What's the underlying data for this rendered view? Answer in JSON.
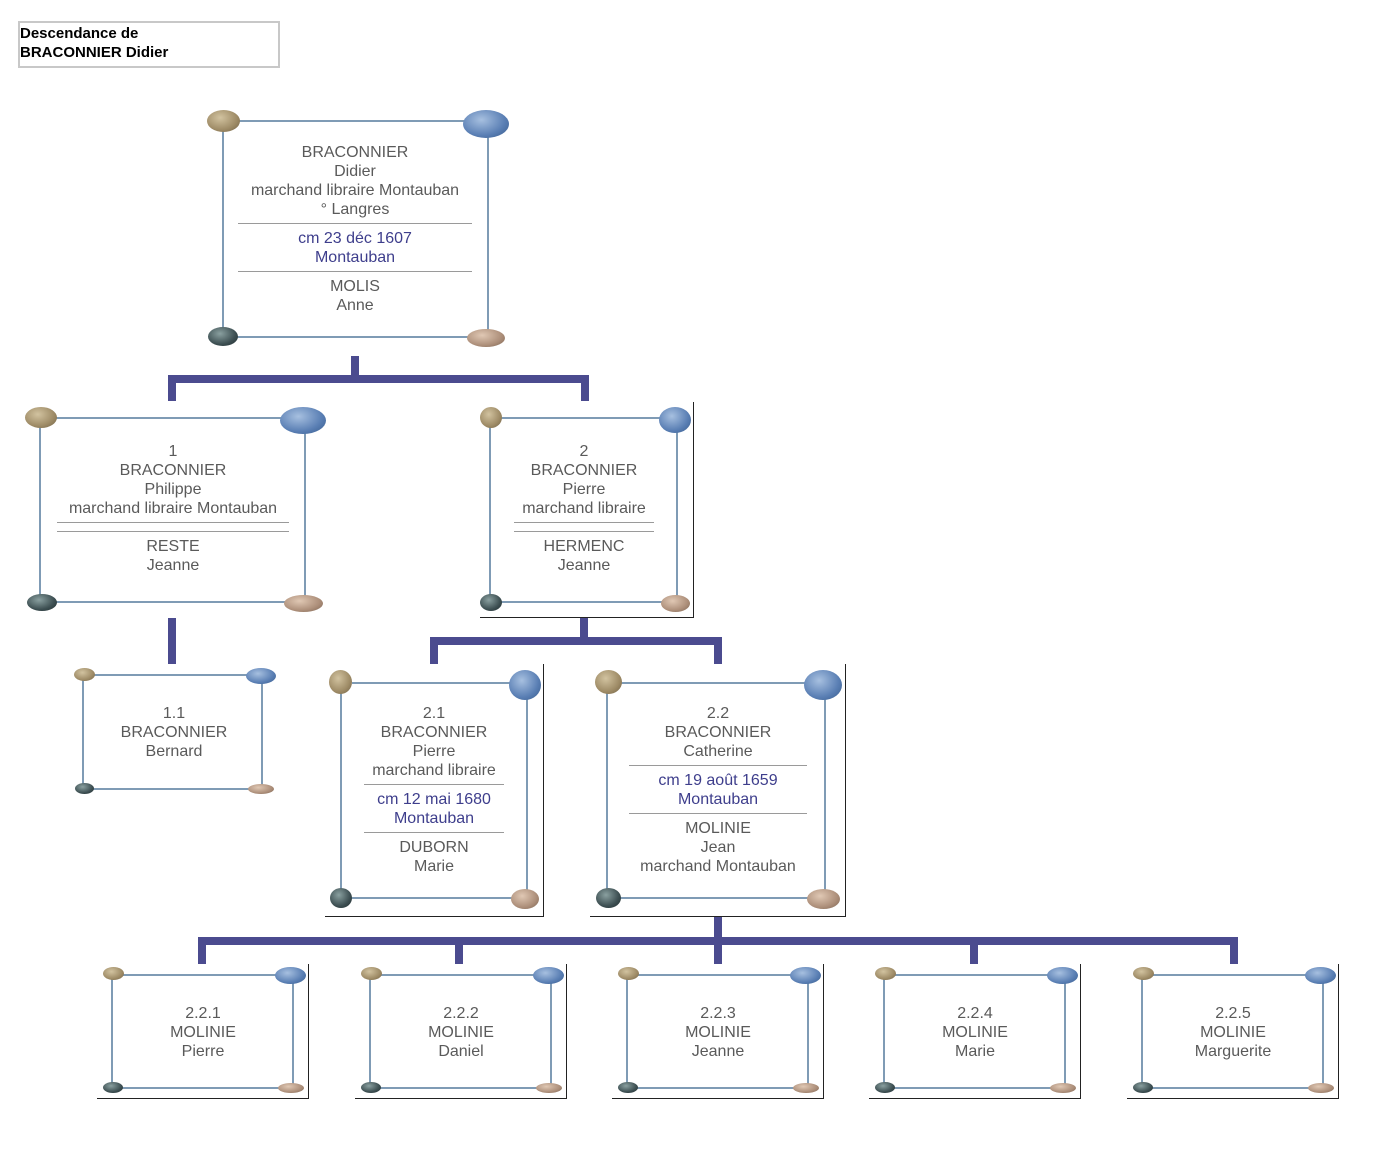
{
  "title": {
    "line1": "Descendance de",
    "line2": "BRACONNIER Didier"
  },
  "colors": {
    "connector": "#4b4b8f",
    "frame": "#7f9bb5",
    "marriage_text": "#3e3e8c",
    "text": "#5a5a5a"
  },
  "cards": {
    "root": {
      "surname": "BRACONNIER",
      "given": "Didier",
      "occupation": "marchand libraire Montauban",
      "birth": "° Langres",
      "marriage1": "cm 23 déc 1607",
      "marriage2": "Montauban",
      "spouse_surname": "MOLIS",
      "spouse_given": "Anne"
    },
    "c1": {
      "num": "1",
      "surname": "BRACONNIER",
      "given": "Philippe",
      "occupation": "marchand libraire Montauban",
      "spouse_surname": "RESTE",
      "spouse_given": "Jeanne"
    },
    "c2": {
      "num": "2",
      "surname": "BRACONNIER",
      "given": "Pierre",
      "occupation": "marchand libraire",
      "spouse_surname": "HERMENC",
      "spouse_given": "Jeanne"
    },
    "c11": {
      "num": "1.1",
      "surname": "BRACONNIER",
      "given": "Bernard"
    },
    "c21": {
      "num": "2.1",
      "surname": "BRACONNIER",
      "given": "Pierre",
      "occupation": "marchand libraire",
      "marriage1": "cm 12 mai 1680",
      "marriage2": "Montauban",
      "spouse_surname": "DUBORN",
      "spouse_given": "Marie"
    },
    "c22": {
      "num": "2.2",
      "surname": "BRACONNIER",
      "given": "Catherine",
      "marriage1": "cm 19 août 1659",
      "marriage2": "Montauban",
      "spouse_surname": "MOLINIE",
      "spouse_given": "Jean",
      "spouse_occupation": "marchand Montauban"
    },
    "c221": {
      "num": "2.2.1",
      "surname": "MOLINIE",
      "given": "Pierre"
    },
    "c222": {
      "num": "2.2.2",
      "surname": "MOLINIE",
      "given": "Daniel"
    },
    "c223": {
      "num": "2.2.3",
      "surname": "MOLINIE",
      "given": "Jeanne"
    },
    "c224": {
      "num": "2.2.4",
      "surname": "MOLINIE",
      "given": "Marie"
    },
    "c225": {
      "num": "2.2.5",
      "surname": "MOLINIE",
      "given": "Marguerite"
    }
  }
}
